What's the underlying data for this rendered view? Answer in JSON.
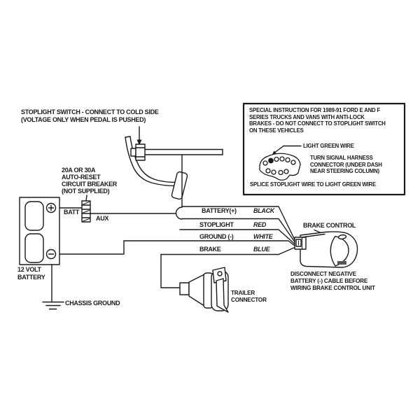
{
  "diagram": {
    "stoplight_note": [
      "STOPLIGHT SWITCH - CONNECT TO COLD SIDE",
      "(VOLTAGE ONLY WHEN PEDAL IS PUSHED)"
    ],
    "breaker_note": [
      "20A OR 30A",
      "AUTO-RESET",
      "CIRCUIT BREAKER",
      "(NOT SUPPLIED)"
    ],
    "breaker_terminals": {
      "batt": "BATT",
      "aux": "AUX"
    },
    "battery_label": [
      "12 VOLT",
      "BATTERY"
    ],
    "chassis_ground_label": "CHASSIS GROUND",
    "wires": [
      {
        "name": "BATTERY(+)",
        "color": "BLACK"
      },
      {
        "name": "STOPLIGHT",
        "color": "RED"
      },
      {
        "name": "GROUND (-)",
        "color": "WHITE"
      },
      {
        "name": "BRAKE",
        "color": "BLUE"
      }
    ],
    "brake_control_label": "BRAKE CONTROL",
    "disconnect_note": [
      "DISCONNECT NEGATIVE",
      "BATTERY (-) CABLE BEFORE",
      "WIRING BRAKE CONTROL UNIT"
    ],
    "trailer_label": [
      "TRAILER",
      "CONNECTOR"
    ],
    "special_box": {
      "instruction": [
        "SPECIAL INSTRUCTION FOR 1989-91 FORD E AND F",
        "SERIES TRUCKS AND VANS WITH ANTI-LOCK",
        "BRAKES - DO NOT CONNECT TO STOPLIGHT SWITCH",
        "ON THESE VEHICLES"
      ],
      "light_green_wire_label": "LIGHT GREEN WIRE",
      "harness_label": [
        "TURN SIGNAL HARNESS",
        "CONNECTOR (UNDER DASH",
        "NEAR STEERING COLUMN)"
      ],
      "splice_note": "SPLICE STOPLIGHT WIRE TO LIGHT GREEN WIRE"
    },
    "colors": {
      "ink": "#1a1a1a",
      "background": "#ffffff"
    }
  }
}
